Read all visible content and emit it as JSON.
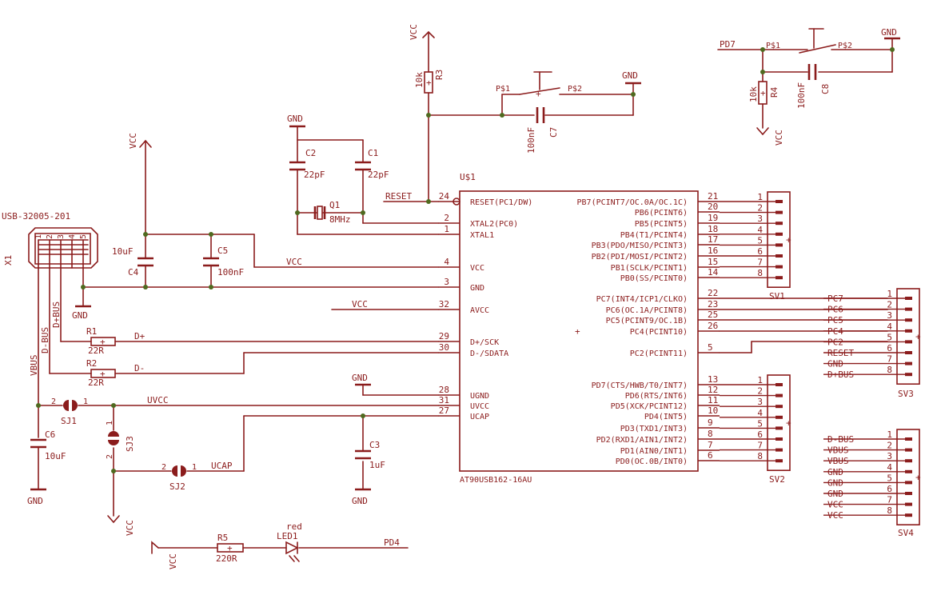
{
  "mcu": {
    "name": "U$1",
    "part": "AT90USB162-16AU",
    "left_pins": [
      {
        "num": "24",
        "label": "RESET(PC1/DW)"
      },
      {
        "num": "2",
        "label": "XTAL2(PC0)"
      },
      {
        "num": "1",
        "label": "XTAL1"
      },
      {
        "num": "4",
        "label": "VCC"
      },
      {
        "num": "3",
        "label": "GND"
      },
      {
        "num": "32",
        "label": "AVCC"
      },
      {
        "num": "29",
        "label": "D+/SCK"
      },
      {
        "num": "30",
        "label": "D-/SDATA"
      },
      {
        "num": "28",
        "label": "UGND"
      },
      {
        "num": "31",
        "label": "UVCC"
      },
      {
        "num": "27",
        "label": "UCAP"
      }
    ],
    "right_pins": [
      {
        "num": "21",
        "label": "PB7(PCINT7/OC.0A/OC.1C)"
      },
      {
        "num": "20",
        "label": "PB6(PCINT6)"
      },
      {
        "num": "19",
        "label": "PB5(PCINT5)"
      },
      {
        "num": "18",
        "label": "PB4(T1/PCINT4)"
      },
      {
        "num": "17",
        "label": "PB3(PDO/MISO/PCINT3)"
      },
      {
        "num": "16",
        "label": "PB2(PDI/MOSI/PCINT2)"
      },
      {
        "num": "15",
        "label": "PB1(SCLK/PCINT1)"
      },
      {
        "num": "14",
        "label": "PB0(SS/PCINT0)"
      },
      {
        "num": "22",
        "label": "PC7(INT4/ICP1/CLKO)"
      },
      {
        "num": "23",
        "label": "PC6(OC.1A/PCINT8)"
      },
      {
        "num": "25",
        "label": "PC5(PCINT9/OC.1B)"
      },
      {
        "num": "26",
        "label": "PC4(PCINT10)"
      },
      {
        "num": "5",
        "label": "PC2(PCINT11)"
      },
      {
        "num": "13",
        "label": "PD7(CTS/HWB/T0/INT7)"
      },
      {
        "num": "12",
        "label": "PD6(RTS/INT6)"
      },
      {
        "num": "11",
        "label": "PD5(XCK/PCINT12)"
      },
      {
        "num": "10",
        "label": "PD4(INT5)"
      },
      {
        "num": "9",
        "label": "PD3(TXD1/INT3)"
      },
      {
        "num": "8",
        "label": "PD2(RXD1/AIN1/INT2)"
      },
      {
        "num": "7",
        "label": "PD1(AIN0/INT1)"
      },
      {
        "num": "6",
        "label": "PD0(OC.0B/INT0)"
      }
    ]
  },
  "connectors": {
    "sv1": {
      "name": "SV1",
      "pins": [
        "1",
        "2",
        "3",
        "4",
        "5",
        "6",
        "7",
        "8"
      ]
    },
    "sv2": {
      "name": "SV2",
      "pins": [
        "1",
        "2",
        "3",
        "4",
        "5",
        "6",
        "7",
        "8"
      ]
    },
    "sv3": {
      "name": "SV3",
      "pins": [
        "1",
        "2",
        "3",
        "4",
        "5",
        "6",
        "7",
        "8"
      ],
      "signals": [
        "PC7",
        "PC6",
        "PC5",
        "PC4",
        "PC2",
        "RESET",
        "GND",
        "D+BUS"
      ]
    },
    "sv4": {
      "name": "SV4",
      "pins": [
        "1",
        "2",
        "3",
        "4",
        "5",
        "6",
        "7",
        "8"
      ],
      "signals": [
        "D-BUS",
        "VBUS",
        "VBUS",
        "GND",
        "GND",
        "GND",
        "VCC",
        "VCC"
      ]
    }
  },
  "usb": {
    "name": "X1",
    "part": "USB-32005-201",
    "pins": [
      "1",
      "2",
      "3",
      "4",
      "5"
    ],
    "nets": [
      "VBUS",
      "D-BUS",
      "D+BUS"
    ]
  },
  "parts": {
    "r1": {
      "name": "R1",
      "value": "22R"
    },
    "r2": {
      "name": "R2",
      "value": "22R"
    },
    "r3": {
      "name": "R3",
      "value": "10k"
    },
    "r4": {
      "name": "R4",
      "value": "10k"
    },
    "r5": {
      "name": "R5",
      "value": "220R"
    },
    "c1": {
      "name": "C1",
      "value": "22pF"
    },
    "c2": {
      "name": "C2",
      "value": "22pF"
    },
    "c3": {
      "name": "C3",
      "value": "1uF"
    },
    "c4": {
      "name": "C4",
      "value": "10uF"
    },
    "c5": {
      "name": "C5",
      "value": "100nF"
    },
    "c6": {
      "name": "C6",
      "value": "10uF"
    },
    "c7": {
      "name": "C7",
      "value": "100nF"
    },
    "c8": {
      "name": "C8",
      "value": "100nF"
    },
    "q1": {
      "name": "Q1",
      "value": "8MHz"
    },
    "led1": {
      "name": "LED1",
      "value": "red"
    },
    "sj1": {
      "name": "SJ1"
    },
    "sj2": {
      "name": "SJ2"
    },
    "sj3": {
      "name": "SJ3"
    }
  },
  "nets": {
    "vcc": "VCC",
    "gnd": "GND",
    "reset": "RESET",
    "uvcc": "UVCC",
    "ucap": "UCAP",
    "dplus": "D+",
    "dminus": "D-",
    "pd4": "PD4",
    "pd7": "PD7",
    "ps1": "P$1",
    "ps2": "P$2",
    "sj_pin1": "1",
    "sj_pin2": "2"
  }
}
